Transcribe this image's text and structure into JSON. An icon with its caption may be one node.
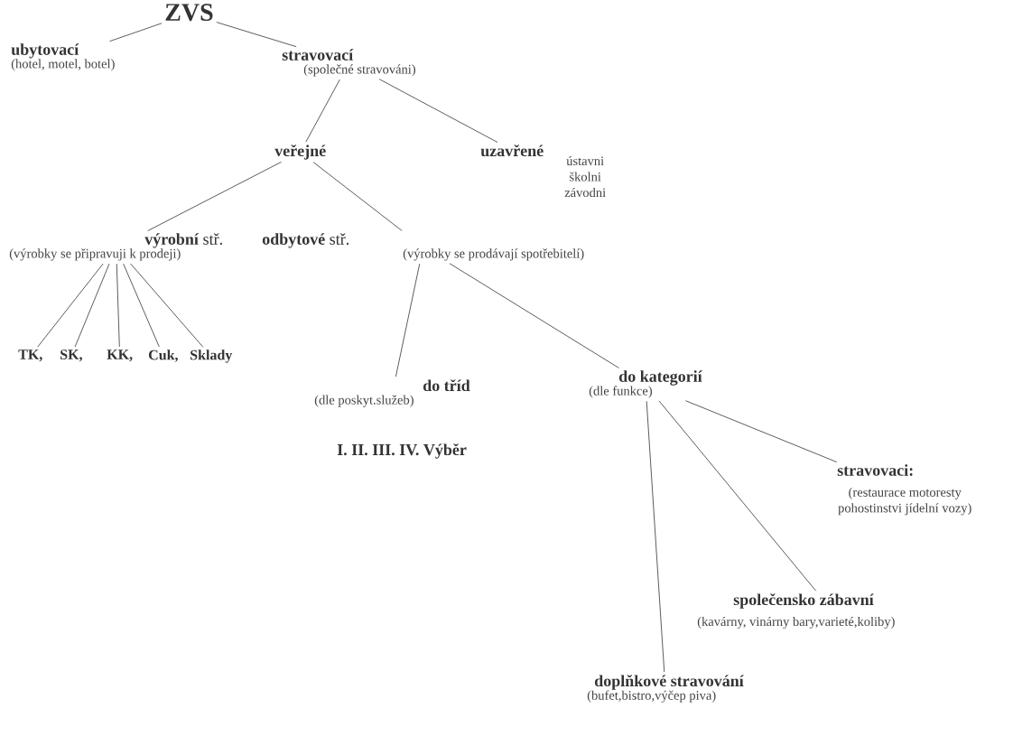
{
  "diagram": {
    "nodes": [
      {
        "text": [
          "ZVS"
        ]
      },
      {
        "text": [
          "ubytovací",
          "(hotel, motel, botel)"
        ]
      },
      {
        "text": [
          "stravovací",
          "(společné stravováni)"
        ]
      },
      {
        "text": [
          "veřejné"
        ]
      },
      {
        "text": [
          "uzavřené",
          "ústavni školni závodni"
        ]
      },
      {
        "text": [
          "**výrobní** stř.",
          "(výrobky se připravuji k prodeji)"
        ]
      },
      {
        "text": [
          "**odbytové** stř.",
          "(výrobky se prodávají spotřebitelí)"
        ]
      },
      {
        "text": [
          "TK,"
        ]
      },
      {
        "text": [
          "SK,"
        ]
      },
      {
        "text": [
          "KK,"
        ]
      },
      {
        "text": [
          "Cuk,"
        ]
      },
      {
        "text": [
          "Sklady"
        ]
      },
      {
        "text": [
          "do tříd",
          "(dle poskyt.služeb)"
        ],
        "beside": [
          "I. II. III. IV. Výběr"
        ]
      },
      {
        "text": [
          "do kategorií",
          "(dle funkce)"
        ]
      },
      {
        "text": [
          "stravovaci:",
          "(restaurace motoresty pohostinstvi jídelní vozy)"
        ]
      },
      {
        "text": [
          "společensko zábavní",
          "(kavárny, vinárny bary,varieté,koliby)"
        ]
      },
      {
        "text": [
          "doplňkové stravování",
          "(bufet,bistro,výčep piva)"
        ]
      }
    ],
    "edges": [
      {
        "from": 0,
        "to": 1,
        "arrow": "none"
      },
      {
        "from": 0,
        "to": 2,
        "arrow": "none"
      },
      {
        "from": 2,
        "to": 3,
        "arrow": "none"
      },
      {
        "from": 2,
        "to": 4,
        "arrow": "none"
      },
      {
        "from": 3,
        "to": 5,
        "arrow": "none"
      },
      {
        "from": 3,
        "to": 6,
        "arrow": "none"
      },
      {
        "from": 5,
        "to": 7,
        "arrow": "none"
      },
      {
        "from": 5,
        "to": 8,
        "arrow": "none"
      },
      {
        "from": 5,
        "to": 9,
        "arrow": "none"
      },
      {
        "from": 5,
        "to": 10,
        "arrow": "none"
      },
      {
        "from": 5,
        "to": 11,
        "arrow": "none"
      },
      {
        "from": 6,
        "to": 12,
        "arrow": "none"
      },
      {
        "from": 6,
        "to": 13,
        "arrow": "none"
      },
      {
        "from": 13,
        "to": 14,
        "arrow": "none"
      },
      {
        "from": 13,
        "to": 15,
        "arrow": "none"
      },
      {
        "from": 13,
        "to": 16,
        "arrow": "none"
      }
    ]
  }
}
